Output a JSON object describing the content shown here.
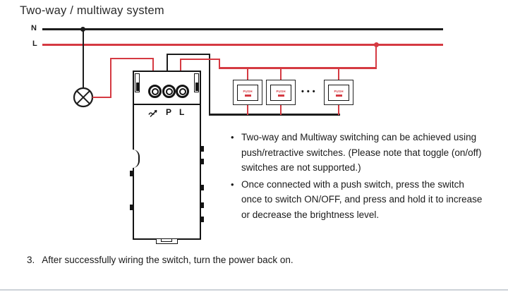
{
  "title": "Two-way / multiway system",
  "diagram": {
    "neutral_label": "N",
    "live_label": "L",
    "module": {
      "terminal_p": "P",
      "terminal_l": "L"
    },
    "switch_label": "PUSH",
    "ellipsis": "•••"
  },
  "notes": {
    "bullet": "•",
    "items": [
      {
        "lines": [
          "Two-way and Multiway switching can be achieved using",
          "push/retractive switches. (Please note that toggle (on/off)",
          "switches are not supported.)"
        ]
      },
      {
        "lines": [
          "Once connected with a push switch, press the switch",
          "once to switch ON/OFF, and press and hold it to increase",
          "or decrease the brightness level."
        ]
      }
    ]
  },
  "footer": {
    "number": "3.",
    "text": "After successfully wiring the switch, turn the power back on."
  },
  "colors": {
    "live": "#d53a42",
    "neutral": "#1c1c1c"
  }
}
